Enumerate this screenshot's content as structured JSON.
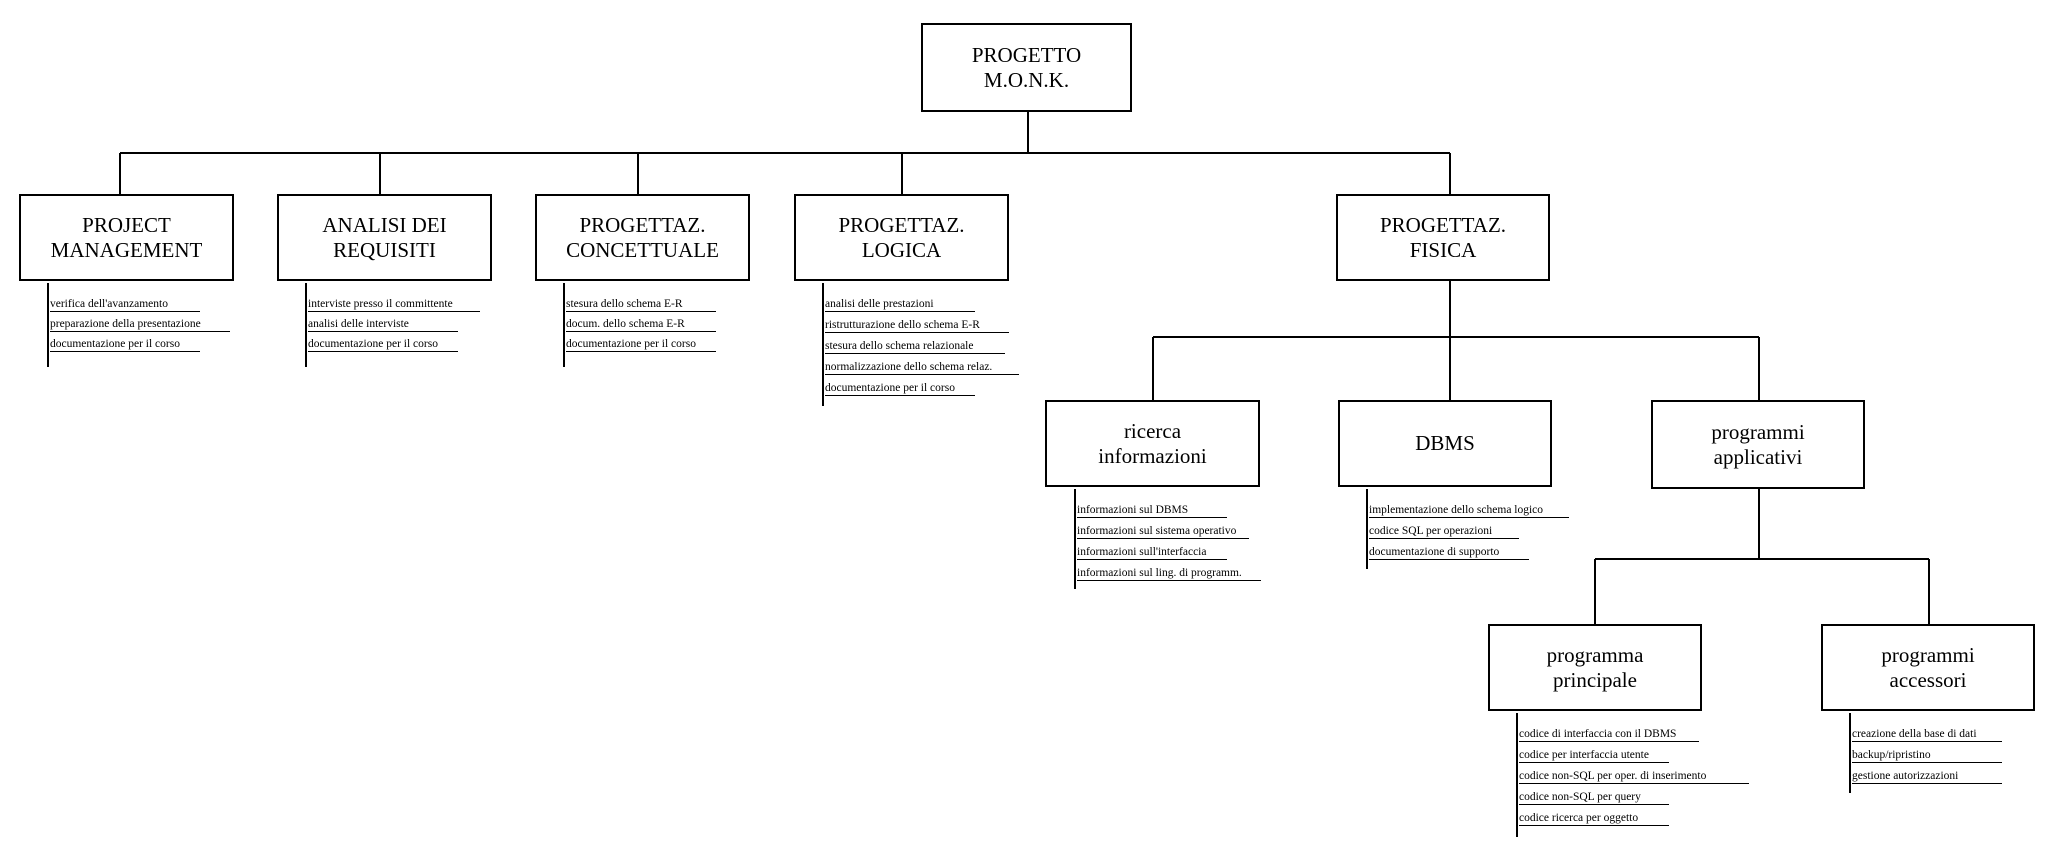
{
  "diagram": {
    "root": {
      "line1": "PROGETTO",
      "line2": "M.O.N.K."
    },
    "phases": [
      {
        "line1": "PROJECT",
        "line2": "MANAGEMENT",
        "tasks": [
          "verifica dell'avanzamento",
          "preparazione della presentazione",
          "documentazione per il corso"
        ]
      },
      {
        "line1": "ANALISI DEI",
        "line2": "REQUISITI",
        "tasks": [
          "interviste presso il committente",
          "analisi delle interviste",
          "documentazione per il corso"
        ]
      },
      {
        "line1": "PROGETTAZ.",
        "line2": "CONCETTUALE",
        "tasks": [
          "stesura dello schema E-R",
          "docum. dello schema E-R",
          "documentazione per il corso"
        ]
      },
      {
        "line1": "PROGETTAZ.",
        "line2": "LOGICA",
        "tasks": [
          "analisi delle prestazioni",
          "ristrutturazione dello schema E-R",
          "stesura dello schema relazionale",
          "normalizzazione dello schema relaz.",
          "documentazione per il corso"
        ]
      },
      {
        "line1": "PROGETTAZ.",
        "line2": "FISICA",
        "tasks": []
      }
    ],
    "fisica_children": [
      {
        "line1": "ricerca",
        "line2": "informazioni",
        "tasks": [
          "informazioni sul DBMS",
          "informazioni sul sistema operativo",
          "informazioni sull'interfaccia",
          "informazioni sul ling. di programm."
        ]
      },
      {
        "line1": "DBMS",
        "line2": "",
        "tasks": [
          "implementazione dello schema logico",
          "codice SQL per operazioni",
          "documentazione di supporto"
        ]
      },
      {
        "line1": "programmi",
        "line2": "applicativi",
        "tasks": []
      }
    ],
    "applicativi_children": [
      {
        "line1": "programma",
        "line2": "principale",
        "tasks": [
          "codice di interfaccia con il DBMS",
          "codice per interfaccia utente",
          "codice non-SQL per oper. di inserimento",
          "codice non-SQL per query",
          "codice ricerca per oggetto"
        ]
      },
      {
        "line1": "programmi",
        "line2": "accessori",
        "tasks": [
          "creazione della base di dati",
          "backup/ripristino",
          "gestione autorizzazioni"
        ]
      }
    ]
  }
}
